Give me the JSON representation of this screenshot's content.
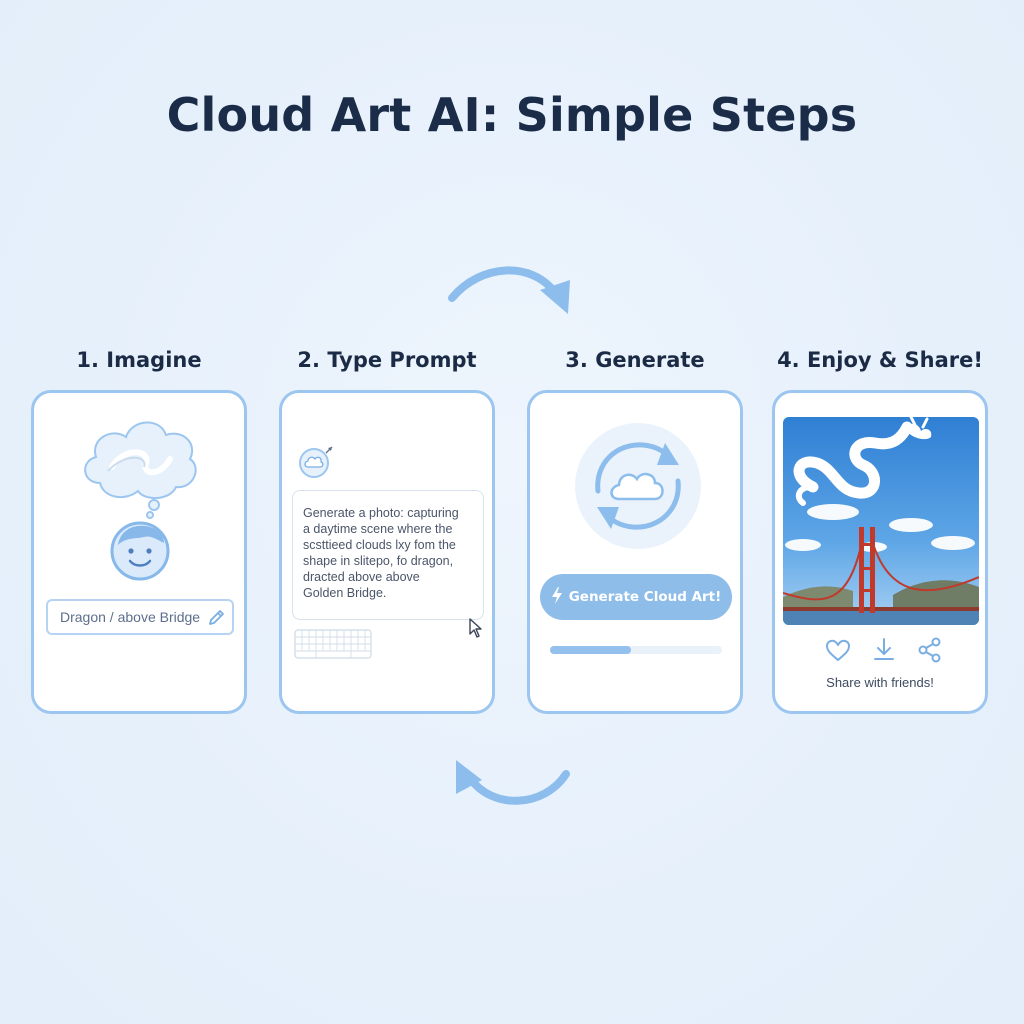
{
  "title": "Cloud Art AI: Simple Steps",
  "colors": {
    "accent": "#9cc6ef",
    "button": "#8fbdea",
    "title_text": "#1b2c48",
    "bridge": "#c0392b"
  },
  "steps": [
    {
      "title": "1. Imagine",
      "input_text": "Dragon / above Bridge",
      "icons": [
        "thought-cloud-icon",
        "smiley-face-icon",
        "pencil-icon"
      ]
    },
    {
      "title": "2. Type Prompt",
      "prompt_lines": [
        "Generate a photo: capturing",
        "a daytime scene where the",
        "scsttieed clouds lxy fom the",
        "shape in slitepo, fo dragon,",
        "dracted above above",
        "Golden Bridge."
      ],
      "icons": [
        "cloud-upload-icon",
        "keyboard-icon",
        "mouse-cursor-icon"
      ]
    },
    {
      "title": "3. Generate",
      "button_label": "Generate Cloud Art!",
      "progress": 0.47,
      "icons": [
        "refresh-cloud-icon",
        "lightning-icon"
      ]
    },
    {
      "title": "4. Enjoy & Share!",
      "caption": "Share with friends!",
      "icons": [
        "heart-icon",
        "download-icon",
        "share-icon"
      ]
    }
  ]
}
